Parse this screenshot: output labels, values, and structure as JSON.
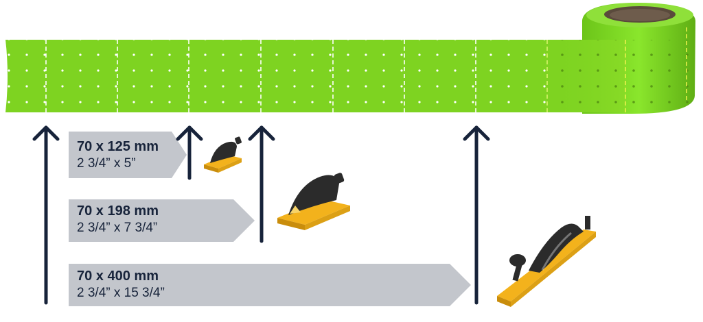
{
  "sizes": [
    {
      "metric": "70 x 125 mm",
      "imperial": "2 3/4” x 5”",
      "tool": "small-hand-block-icon"
    },
    {
      "metric": "70 x 198 mm",
      "imperial": "2 3/4” x 7 3/4”",
      "tool": "medium-hand-block-icon"
    },
    {
      "metric": "70 x 400 mm",
      "imperial": "2 3/4” x 15 3/4”",
      "tool": "long-planer-block-icon"
    }
  ],
  "colors": {
    "roll_green": "#7ed321",
    "perforation": "#ffffff",
    "arrow": "#17233a",
    "label_bg": "#c3c6cc",
    "label_text": "#17233a",
    "tool_yellow": "#f3b21c",
    "tool_handle": "#2b2b2b"
  }
}
